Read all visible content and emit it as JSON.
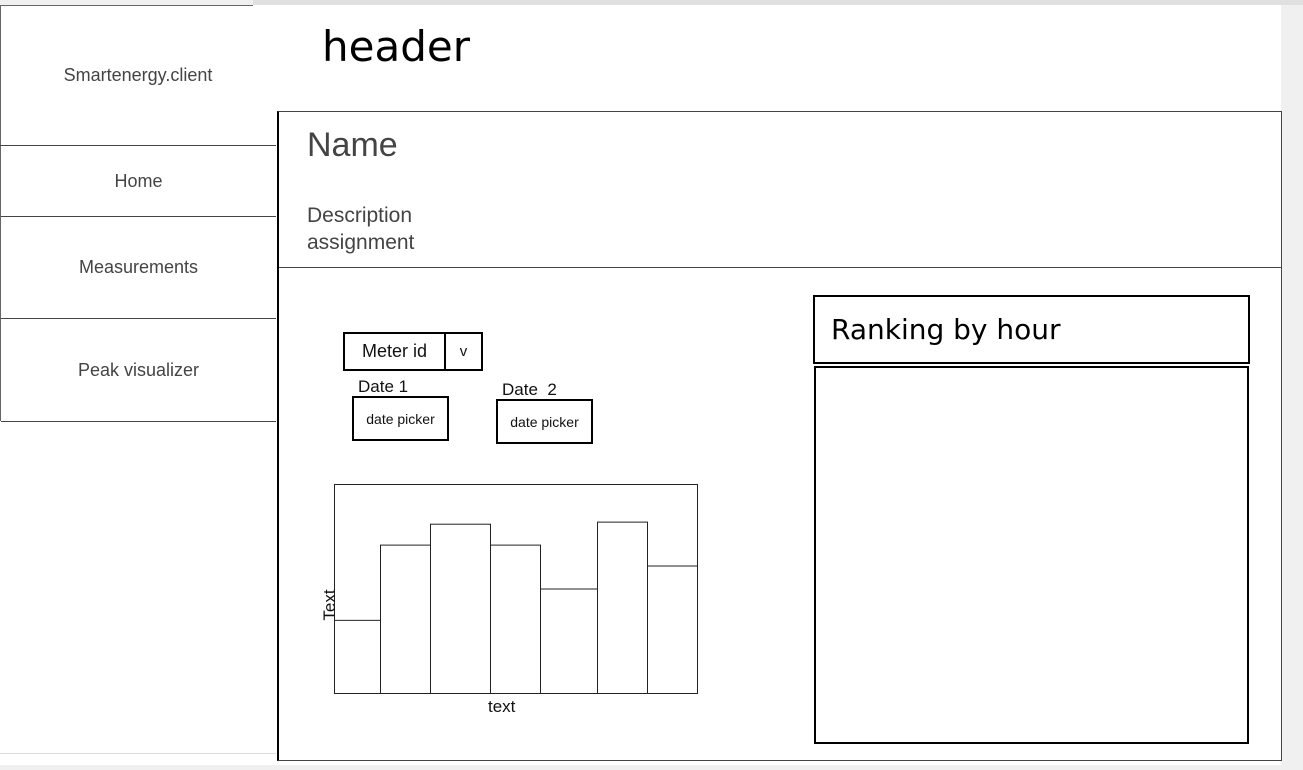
{
  "app": {
    "brand": "Smartenergy.client",
    "header": "header"
  },
  "sidebar": {
    "items": [
      {
        "label": "Home"
      },
      {
        "label": "Measurements"
      },
      {
        "label": "Peak visualizer"
      }
    ]
  },
  "page": {
    "title": "Name",
    "description_line1": "Description",
    "description_line2": "assignment"
  },
  "filters": {
    "meter_select": {
      "label": "Meter id",
      "arrow": "v"
    },
    "date1": {
      "label": "Date 1",
      "picker": "date picker"
    },
    "date2": {
      "label": "Date  2",
      "picker": "date picker"
    }
  },
  "ranking": {
    "title": "Ranking by hour"
  },
  "chart_data": {
    "type": "bar",
    "values": [
      0.35,
      0.71,
      0.81,
      0.71,
      0.5,
      0.82,
      0.61
    ],
    "ylim": [
      0,
      1
    ],
    "xlabel": "text",
    "ylabel": "Text",
    "grid": false
  }
}
